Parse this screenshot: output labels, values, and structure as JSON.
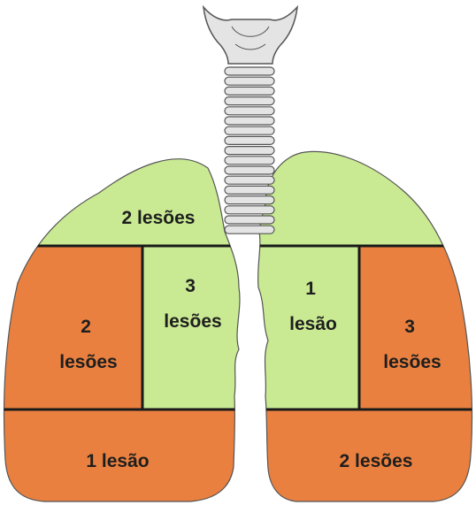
{
  "colors": {
    "upper_zone": "#c9ea93",
    "orange_zone": "#e9803f",
    "inner_green_zone": "#c9ea93",
    "divider": "#1a1a1a",
    "trachea_fill": "#e4e4e4",
    "trachea_stroke": "#555555"
  },
  "regions": {
    "left_upper": {
      "lines": [
        "2 lesões"
      ]
    },
    "left_mid_outer": {
      "lines": [
        "2",
        "lesões"
      ]
    },
    "left_mid_inner": {
      "lines": [
        "3",
        "lesões"
      ]
    },
    "left_lower": {
      "lines": [
        "1 lesão"
      ]
    },
    "right_mid_inner": {
      "lines": [
        "1",
        "lesão"
      ]
    },
    "right_mid_outer": {
      "lines": [
        "3",
        "lesões"
      ]
    },
    "right_lower": {
      "lines": [
        "2 lesões"
      ]
    }
  }
}
